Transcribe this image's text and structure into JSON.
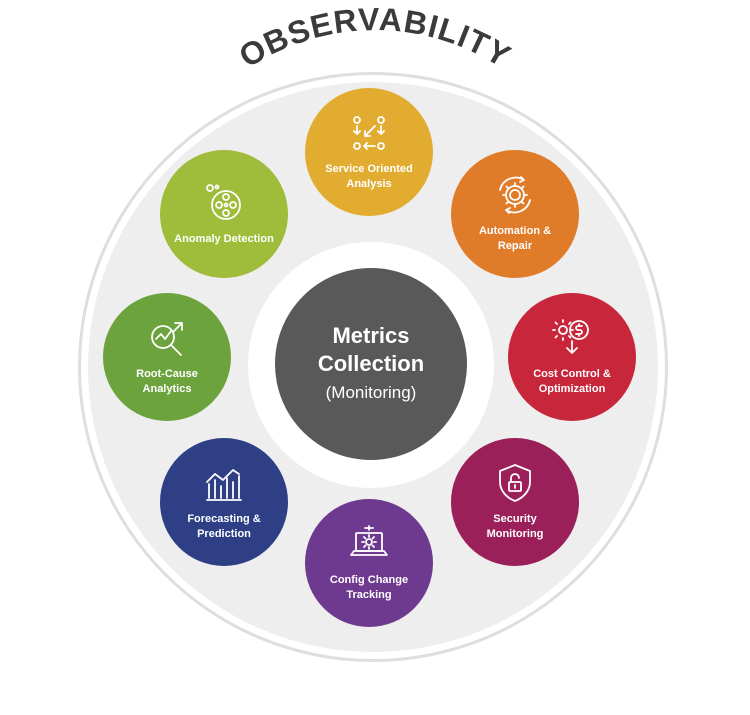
{
  "title": "OBSERVABILITY",
  "center": {
    "line1": "Metrics",
    "line2": "Collection",
    "line3": "(Monitoring)",
    "color": "#595959"
  },
  "nodes": [
    {
      "id": "service",
      "label": "Service Oriented Analysis",
      "color": "#e2ac30",
      "icon": "flow-arrows-icon"
    },
    {
      "id": "automation",
      "label": "Automation & Repair",
      "color": "#e07b2a",
      "icon": "gear-cycle-icon"
    },
    {
      "id": "cost",
      "label": "Cost Control & Optimization",
      "color": "#c8263b",
      "icon": "gear-dollar-icon"
    },
    {
      "id": "security",
      "label": "Security Monitoring",
      "color": "#9b1f58",
      "icon": "shield-lock-icon"
    },
    {
      "id": "config",
      "label": "Config Change Tracking",
      "color": "#6e3a8f",
      "icon": "laptop-gear-icon"
    },
    {
      "id": "forecasting",
      "label": "Forecasting & Prediction",
      "color": "#2e3f86",
      "icon": "bar-trend-icon"
    },
    {
      "id": "rootcause",
      "label": "Root-Cause Analytics",
      "color": "#6da33d",
      "icon": "magnifier-chart-icon"
    },
    {
      "id": "anomaly",
      "label": "Anomaly Detection",
      "color": "#9fbd3a",
      "icon": "dots-circle-icon"
    }
  ]
}
